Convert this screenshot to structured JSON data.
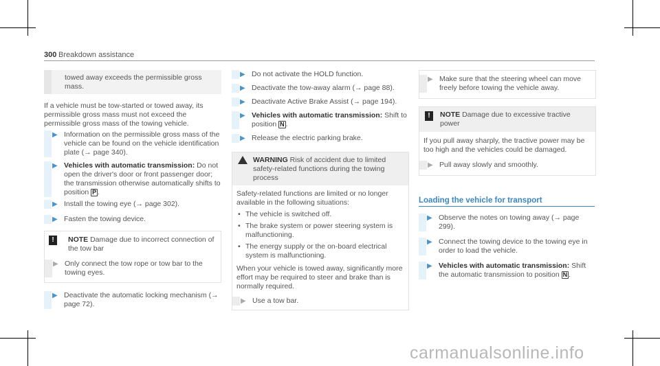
{
  "header": {
    "page_number": "300",
    "section": "Breakdown assistance"
  },
  "col1": {
    "box_text": "towed away exceeds the permissible gross mass.",
    "para": "If a vehicle must be tow-started or towed away, its permissible gross mass must not exceed the permissible gross mass of the towing vehicle.",
    "steps": [
      {
        "text": "Information on the permissible gross mass of the vehicle can be found on the vehicle identification plate (→ page 340)."
      },
      {
        "bold": "Vehicles with automatic transmission:",
        "text": " Do not open the driver's door or front passenger door; the transmission otherwise automatically shifts to position ",
        "key": "P",
        "tail": "."
      },
      {
        "text": "Install the towing eye (→ page 302)."
      },
      {
        "text": "Fasten the towing device."
      }
    ],
    "note": {
      "label": "NOTE",
      "text": "Damage due to incorrect connection of the tow bar"
    },
    "note_step": "Only connect the tow rope or tow bar to the towing eyes.",
    "last_step": "Deactivate the automatic locking mechanism (→ page 72)."
  },
  "col2": {
    "steps": [
      {
        "text": "Do not activate the HOLD function."
      },
      {
        "text": "Deactivate the tow-away alarm (→ page 88)."
      },
      {
        "text": "Deactivate Active Brake Assist (→ page 194)."
      },
      {
        "bold": "Vehicles with automatic transmission:",
        "text": " Shift to position ",
        "key": "N",
        "tail": "."
      },
      {
        "text": "Release the electric parking brake."
      }
    ],
    "warning": {
      "label": "WARNING",
      "title": "Risk of accident due to limited safety-related functions during the towing process",
      "intro": "Safety-related functions are limited or no longer available in the following situations:",
      "bullets": [
        "The vehicle is switched off.",
        "The brake system or power steering system is malfunctioning.",
        "The energy supply or the on-board electrical system is malfunctioning."
      ],
      "para": "When your vehicle is towed away, significantly more effort may be required to steer and brake than is normally required.",
      "step": "Use a tow bar."
    }
  },
  "col3": {
    "box_step": "Make sure that the steering wheel can move freely before towing the vehicle away.",
    "note": {
      "label": "NOTE",
      "title": "Damage due to excessive tractive power",
      "para": "If you pull away sharply, the tractive power may be too high and the vehicles could be damaged.",
      "step": "Pull away slowly and smoothly."
    },
    "heading": "Loading the vehicle for transport",
    "steps": [
      {
        "text": "Observe the notes on towing away (→ page 299)."
      },
      {
        "text": "Connect the towing device to the towing eye in order to load the vehicle."
      },
      {
        "bold": "Vehicles with automatic transmission:",
        "text": " Shift the automatic transmission to position ",
        "key": "N",
        "tail": "."
      }
    ]
  },
  "watermark": "carmanualsonline.info"
}
